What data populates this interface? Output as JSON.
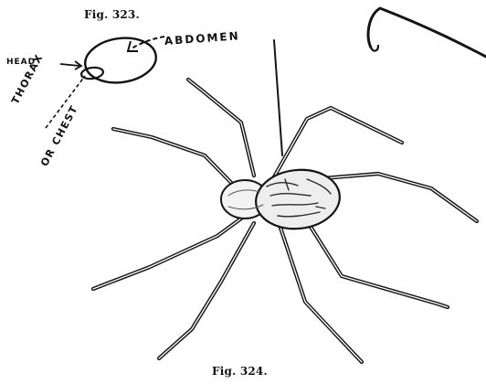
{
  "figure_323": {
    "caption": "Fig. 323.",
    "labels": {
      "head": "HEAD",
      "abdomen": "ABDOMEN",
      "thorax": "THORAX",
      "chest": "OR CHEST"
    }
  },
  "figure_324": {
    "caption": "Fig. 324."
  }
}
